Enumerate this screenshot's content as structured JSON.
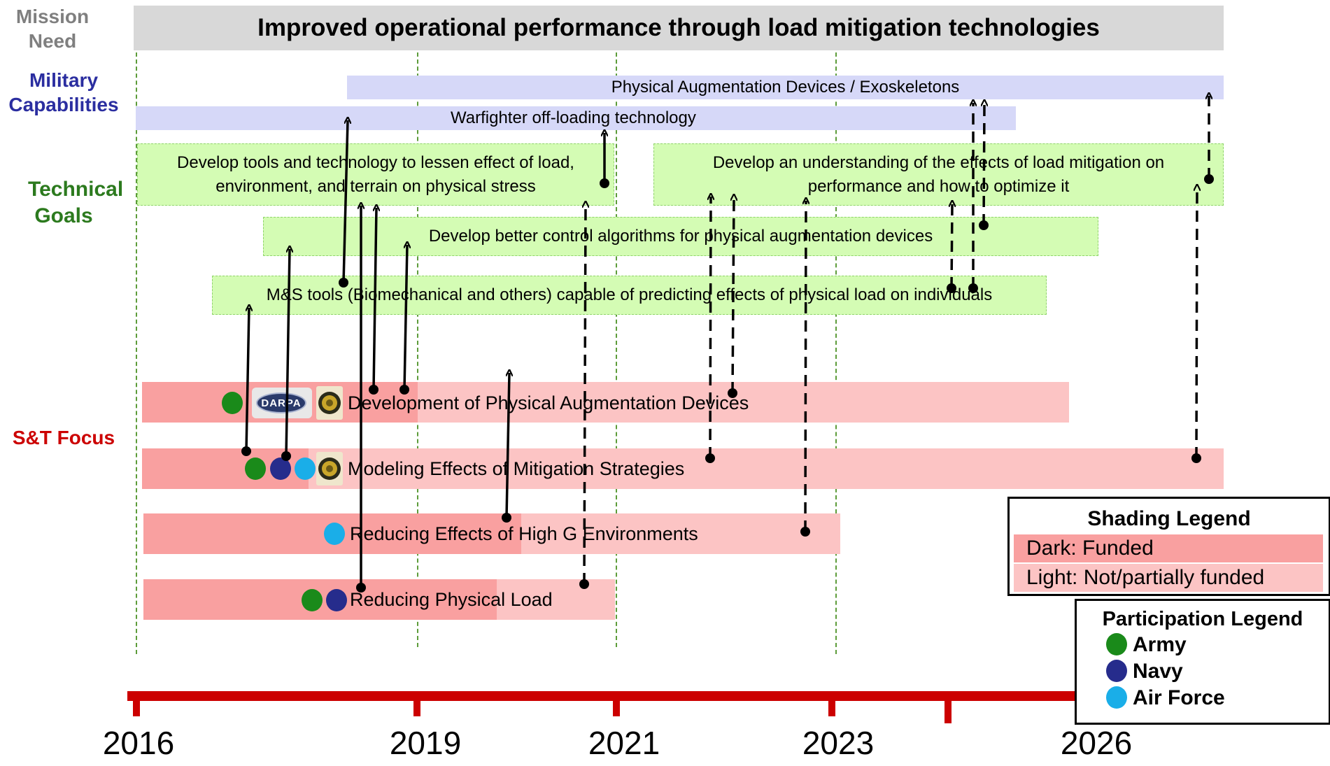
{
  "row_labels": {
    "mission_need": "Mission Need",
    "military_capabilities": "Military Capabilities",
    "technical_goals": "Technical Goals",
    "st_focus": "S&T Focus"
  },
  "mission_banner": "Improved operational performance through load mitigation technologies",
  "capabilities": {
    "exoskeletons": "Physical Augmentation Devices / Exoskeletons",
    "offloading": "Warfighter off-loading technology"
  },
  "technical_goals": {
    "goal_tools": "Develop tools and technology to lessen effect of load, environment, and terrain on physical stress",
    "goal_understanding": "Develop an understanding of the effects of load mitigation on performance and how to optimize it",
    "goal_control": "Develop better control algorithms for physical augmentation devices",
    "goal_ms": "M&S tools (Biomechanical and others) capable of predicting effects of physical load on individuals"
  },
  "focus_areas": {
    "augmentation": "Development of Physical Augmentation Devices",
    "modeling": "Modeling Effects of Mitigation Strategies",
    "high_g": "Reducing Effects of High G Environments",
    "physical_load": "Reducing Physical Load"
  },
  "darpa_logo": "DARPA",
  "years": [
    "2016",
    "2019",
    "2021",
    "2023",
    "2026"
  ],
  "shading_legend": {
    "title": "Shading Legend",
    "dark": "Dark: Funded",
    "light": "Light: Not/partially funded"
  },
  "participation_legend": {
    "title": "Participation Legend",
    "army": "Army",
    "navy": "Navy",
    "air_force": "Air Force"
  },
  "colors": {
    "army": "#1a8a1a",
    "navy": "#262c8c",
    "air_force": "#1aaee8",
    "funded": "#f9a0a0",
    "not_funded": "#fcc4c4",
    "goal_fill": "#d4fcb4",
    "capability_fill": "#d6d8f8",
    "mission_fill": "#d8d8d8",
    "timeline": "#cc0000"
  }
}
